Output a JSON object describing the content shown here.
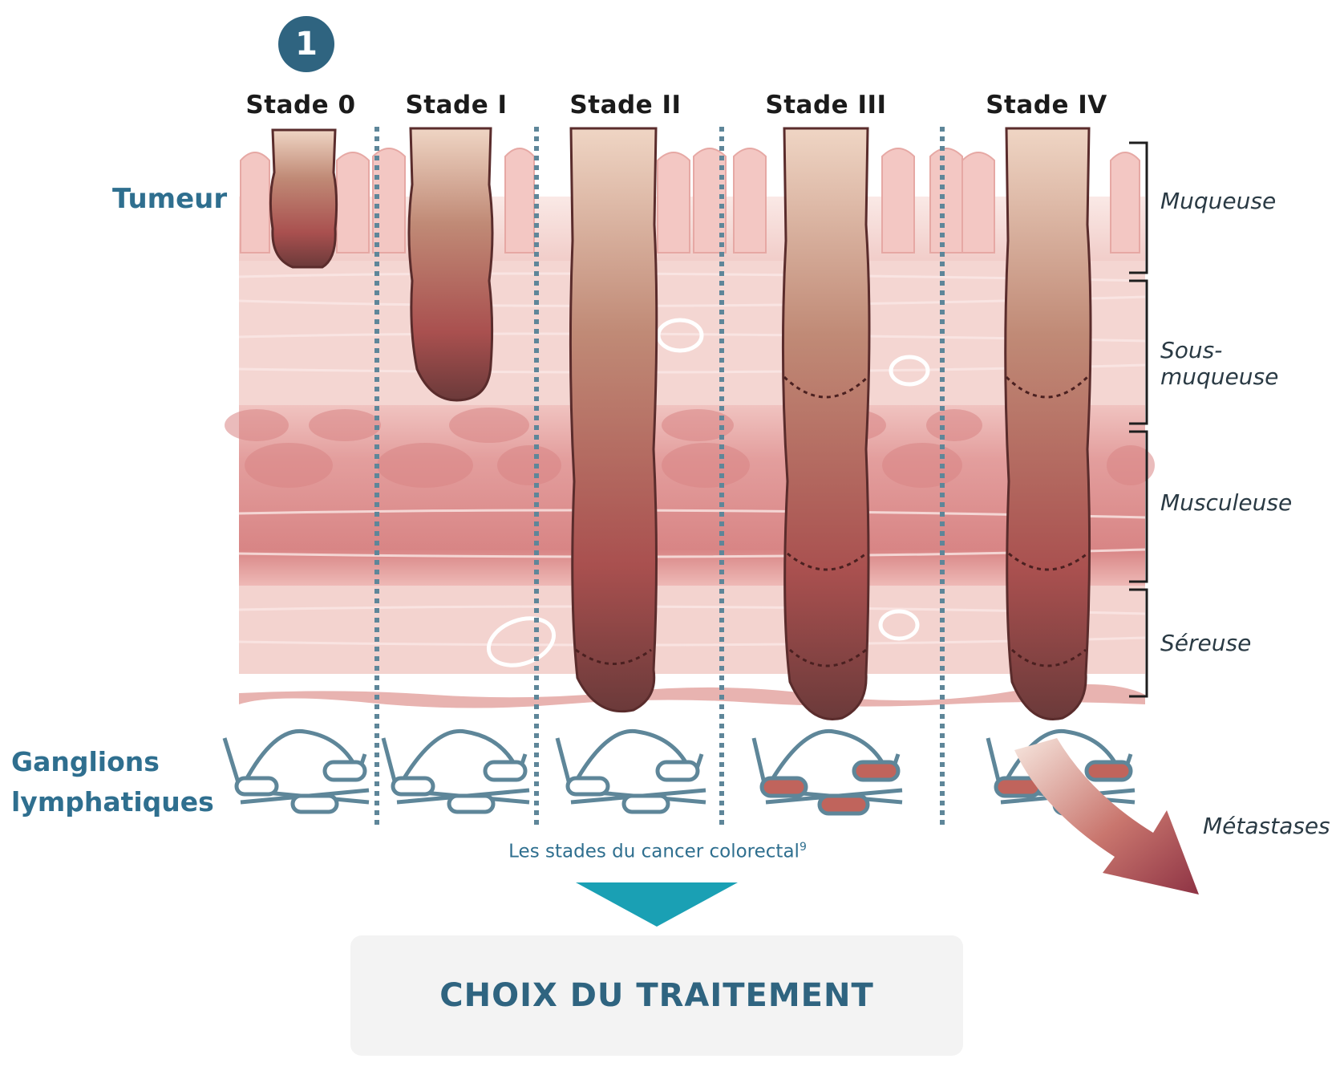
{
  "step_number": "1",
  "stages": [
    "Stade 0",
    "Stade I",
    "Stade II",
    "Stade III",
    "Stade IV"
  ],
  "labels": {
    "tumor": "Tumeur",
    "lymph_nodes_line1": "Ganglions",
    "lymph_nodes_line2": "lymphatiques",
    "metastases": "Métastases"
  },
  "layers": [
    "Muqueuse",
    "Sous-muqueuse",
    "Musculeuse",
    "Séreuse"
  ],
  "caption": {
    "text": "Les stades du cancer colorectal",
    "superscript": "9"
  },
  "treatment_choice": "CHOIX DU TRAITEMENT",
  "colors": {
    "accent_blue": "#2f6480",
    "title_blue": "#2f6f8f",
    "arrow_teal": "#1aa0b4",
    "tumor_dark": "#6b3a3a",
    "tumor_light": "#d9a98f",
    "tissue_pink": "#f3d3cf",
    "muscle_pink": "#e29b9b",
    "node_outline": "#5e8699"
  }
}
